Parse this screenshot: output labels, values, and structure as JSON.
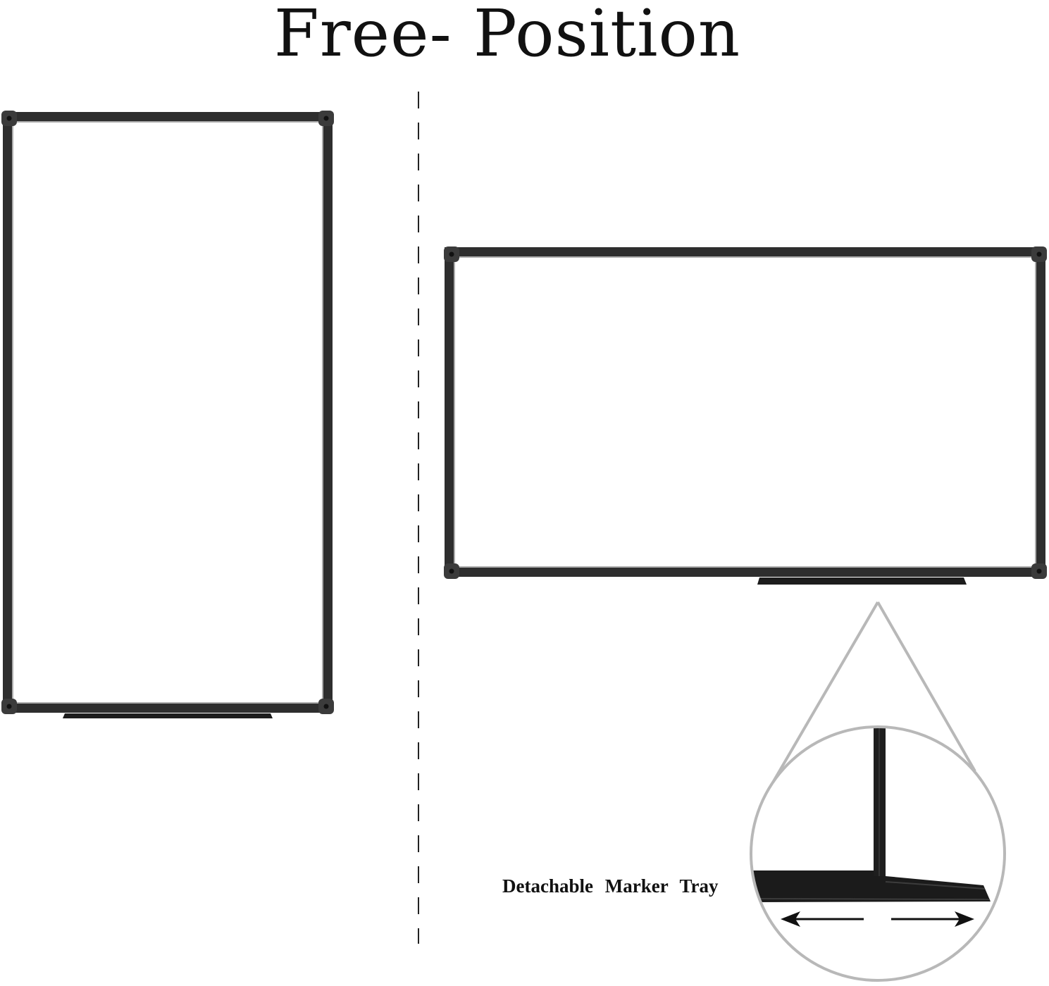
{
  "title": "Free- Position",
  "tray_label": "Detachable Marker Tray",
  "colors": {
    "frame": "#2e2e2e",
    "frame_edge": "#151515",
    "tray": "#1c1c1c",
    "callout_outline": "#b8b8b8",
    "divider": "#222222",
    "background": "#ffffff"
  },
  "icons": [
    "vertical-whiteboard",
    "horizontal-whiteboard",
    "marker-tray",
    "magnifier-callout",
    "arrow-left-icon",
    "arrow-right-icon"
  ]
}
